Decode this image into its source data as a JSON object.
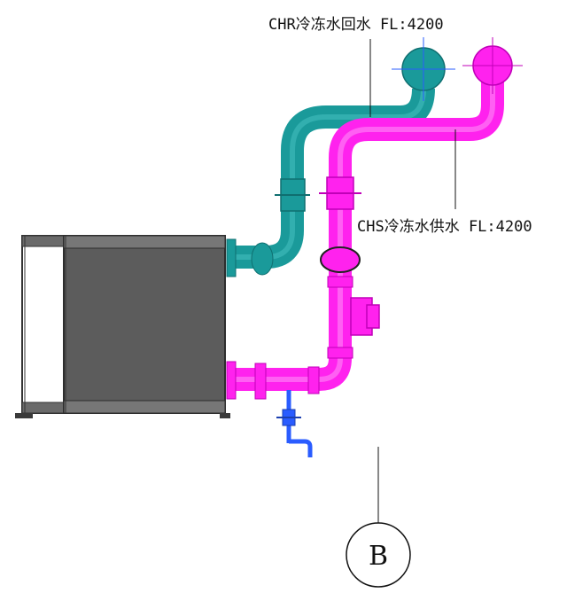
{
  "labels": {
    "chr_return": "CHR冷冻水回水 FL:4200",
    "chs_supply": "CHS冷冻水供水 FL:4200",
    "grid_axis": "B"
  },
  "colors": {
    "return_pipe": "#1a9a9a",
    "return_pipe_dark": "#0f6f70",
    "supply_pipe": "#ff22ee",
    "supply_pipe_dark": "#c000b8",
    "chiller_body": "#5a5a5a",
    "chiller_frame": "#3e3e3e",
    "drain_pipe": "#2a5cff",
    "leader_line": "#111111"
  },
  "icons": {
    "chiller": "chiller-unit-icon",
    "valve": "butterfly-valve-icon",
    "pump": "pump-icon",
    "strainer": "strainer-icon",
    "grid_bubble": "grid-axis-bubble-icon"
  }
}
